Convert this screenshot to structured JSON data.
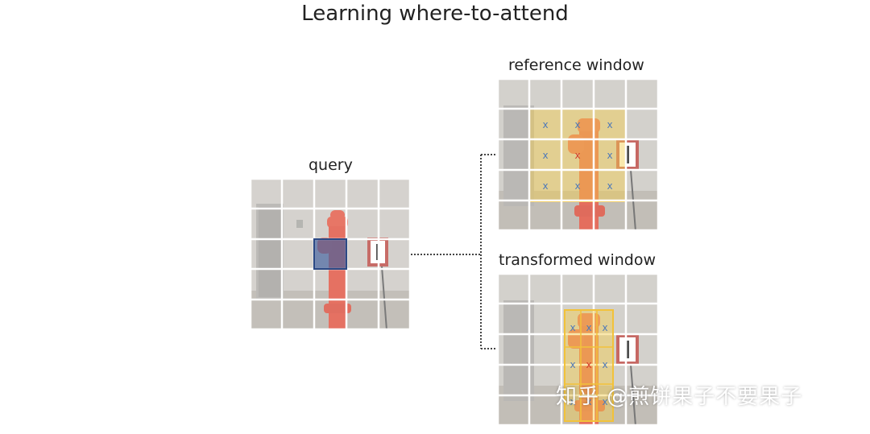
{
  "title": "Learning where-to-attend",
  "query_label": "query",
  "reference_label": "reference window",
  "transformed_label": "transformed window",
  "marker_glyph": "x",
  "watermark": "知乎 @煎饼果子不要果子",
  "colors": {
    "grid": "#ffffff",
    "wall": "#c8c5bf",
    "hydrant": "#e0503c",
    "query_patch": "#3f5f9e",
    "window_fill": "#f5cd4a",
    "marker_blue": "#4f7ab8",
    "marker_red": "#d23a2b",
    "connector": "#444444"
  }
}
